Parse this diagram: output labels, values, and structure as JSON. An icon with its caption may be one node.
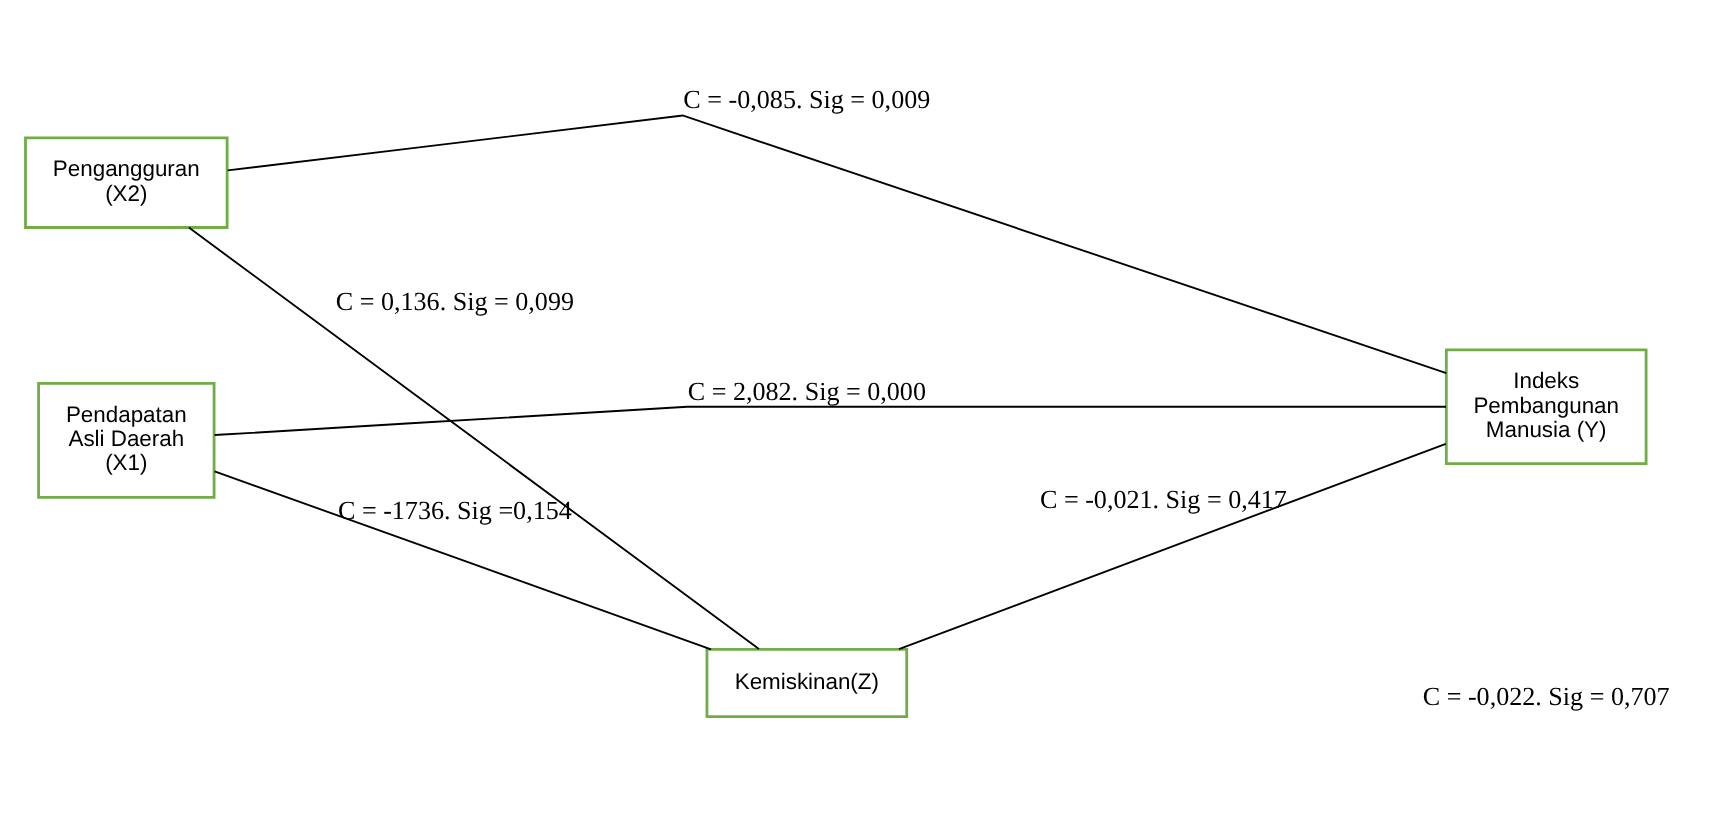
{
  "diagram": {
    "nodes": [
      {
        "text": [
          "Pendapatan Asli Daerah (X1)"
        ]
      },
      {
        "text": [
          "Kemiskinan(Z)"
        ]
      },
      {
        "text": [
          "Pengangguran (X2)"
        ]
      },
      {
        "text": [
          "Indeks Pembangunan Manusia (Y)"
        ]
      }
    ],
    "edges": [
      {
        "from": 0,
        "to": 3,
        "arrow": "none",
        "label": "C = 2,082. Sig = 0,000"
      },
      {
        "from": 0,
        "to": 1,
        "arrow": "none",
        "label": "C = -1736. Sig =0,154"
      },
      {
        "from": 1,
        "to": 3,
        "arrow": "none",
        "label": "C = -0,021. Sig = 0,417"
      },
      {
        "from": 2,
        "to": 1,
        "arrow": "none",
        "label": "C = 0,136. Sig = 0,099"
      },
      {
        "from": 2,
        "to": 3,
        "arrow": "none",
        "label": "C = -0,085. Sig = 0,009"
      }
    ],
    "labels": [
      "C = -0,022. Sig = 0,707"
    ]
  }
}
